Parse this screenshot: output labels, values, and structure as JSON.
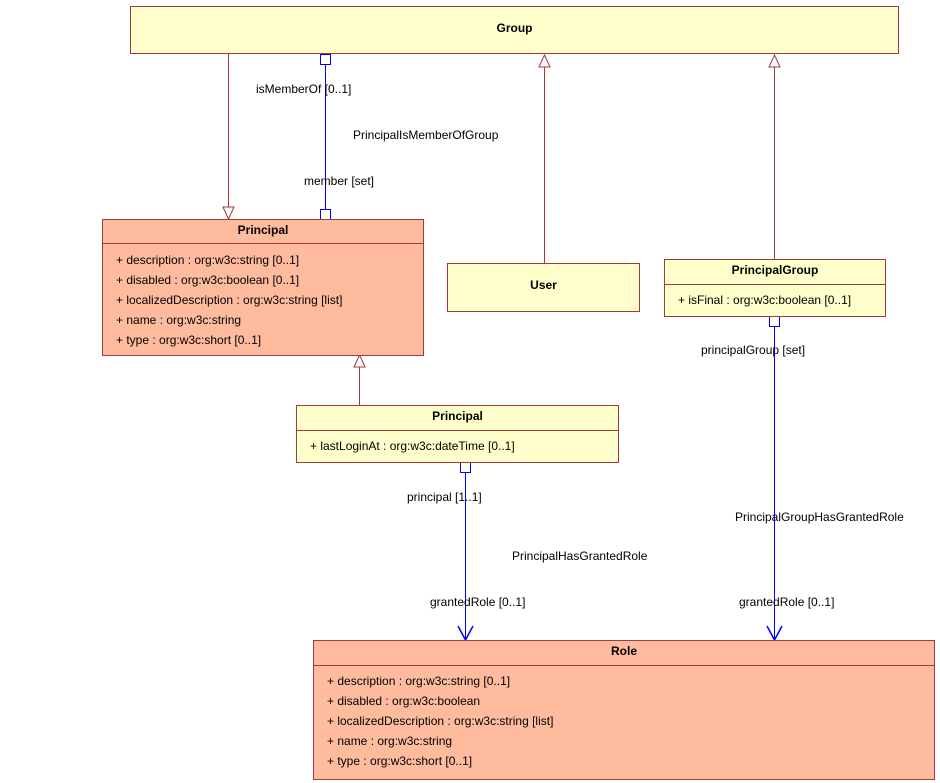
{
  "classes": {
    "group": {
      "name": "Group"
    },
    "principal": {
      "name": "Principal",
      "attributes": [
        "+ description : org:w3c:string [0..1]",
        "+ disabled : org:w3c:boolean [0..1]",
        "+ localizedDescription : org:w3c:string [list]",
        "+ name : org:w3c:string",
        "+ type : org:w3c:short [0..1]"
      ]
    },
    "user": {
      "name": "User"
    },
    "principal_group": {
      "name": "PrincipalGroup",
      "attributes": [
        "+ isFinal : org:w3c:boolean [0..1]"
      ]
    },
    "principal_ext": {
      "name": "Principal",
      "attributes": [
        "+ lastLoginAt : org:w3c:dateTime [0..1]"
      ]
    },
    "role": {
      "name": "Role",
      "attributes": [
        "+ description : org:w3c:string [0..1]",
        "+ disabled : org:w3c:boolean",
        "+ localizedDescription : org:w3c:string [list]",
        "+ name : org:w3c:string",
        "+ type : org:w3c:short [0..1]"
      ]
    }
  },
  "associations": {
    "is_member_of": {
      "name": "PrincipalIsMemberOfGroup",
      "source_role": "isMemberOf [0..1]",
      "target_role": "member [set]"
    },
    "principal_granted_role": {
      "name": "PrincipalHasGrantedRole",
      "source_role": "principal [1..1]",
      "target_role": "grantedRole [0..1]"
    },
    "principal_group_granted_role": {
      "name": "PrincipalGroupHasGrantedRole",
      "source_role": "principalGroup [set]",
      "target_role": "grantedRole [0..1]"
    }
  },
  "colors": {
    "class_border": "#a23a3a",
    "class_fill_yellow": "#ffffcc",
    "class_fill_salmon": "#ffbb9e",
    "association_line": "#0000ff",
    "generalization_line": "#a23a3a"
  }
}
